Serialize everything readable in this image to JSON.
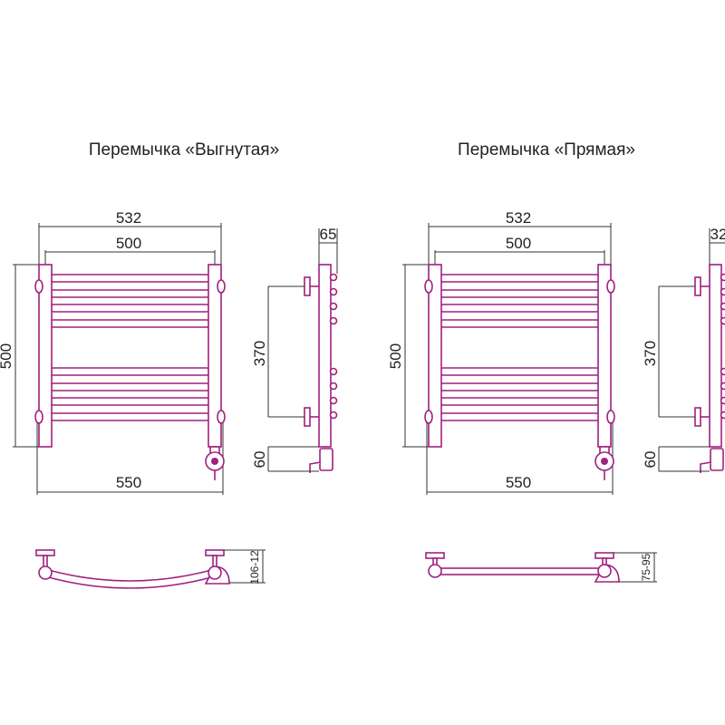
{
  "colors": {
    "product": "#a0207f",
    "dimension": "#333333"
  },
  "variants": [
    {
      "title": "Перемычка «Выгнутая»",
      "dims": {
        "overall_width": "532",
        "center_distance": "500",
        "height": "500",
        "total_width": "550",
        "depth": "65",
        "mount_spacing": "370",
        "valve_height": "60",
        "wall_offset": "106-12"
      }
    },
    {
      "title": "Перемычка «Прямая»",
      "dims": {
        "overall_width": "532",
        "center_distance": "500",
        "height": "500",
        "total_width": "550",
        "depth": "32",
        "mount_spacing": "370",
        "valve_height": "60",
        "wall_offset": "75-95"
      }
    }
  ]
}
